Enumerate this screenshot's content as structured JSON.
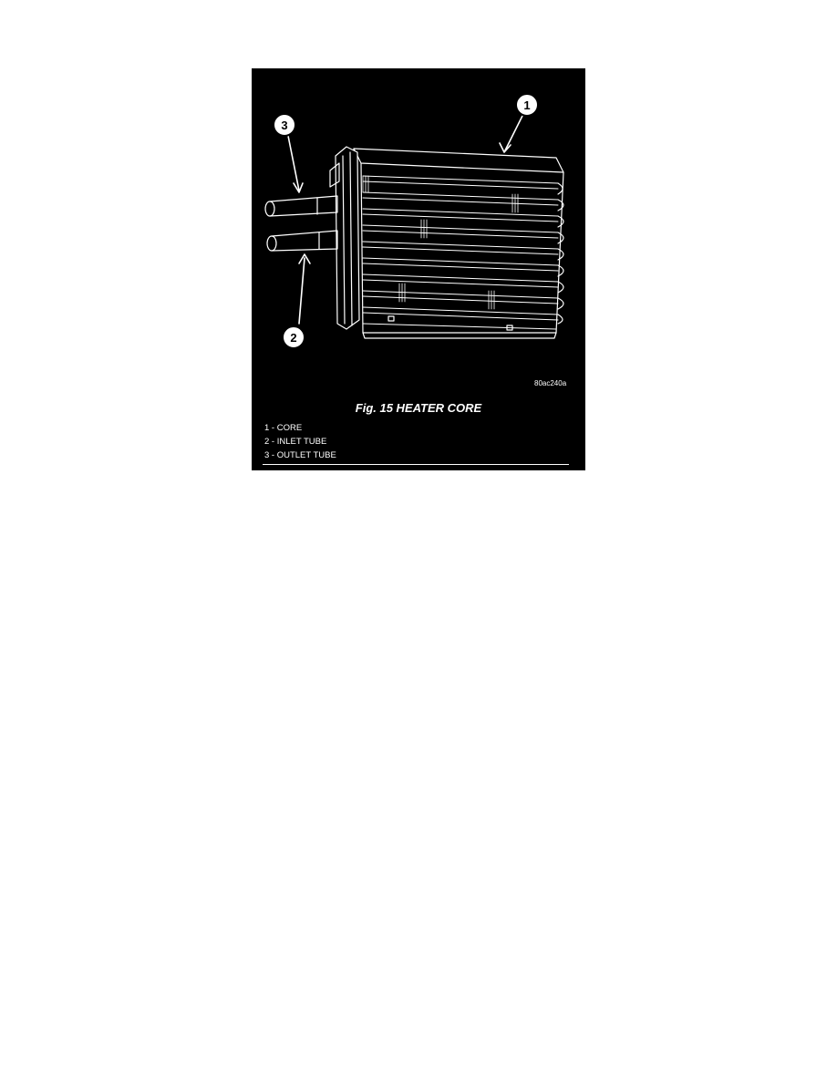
{
  "figure": {
    "drawing_code": "80ac240a",
    "caption": "Fig. 15 HEATER CORE",
    "legend": [
      "1 - CORE",
      "2 - INLET TUBE",
      "3 - OUTLET TUBE"
    ],
    "callouts": {
      "core": "1",
      "inlet": "2",
      "outlet": "3"
    }
  }
}
